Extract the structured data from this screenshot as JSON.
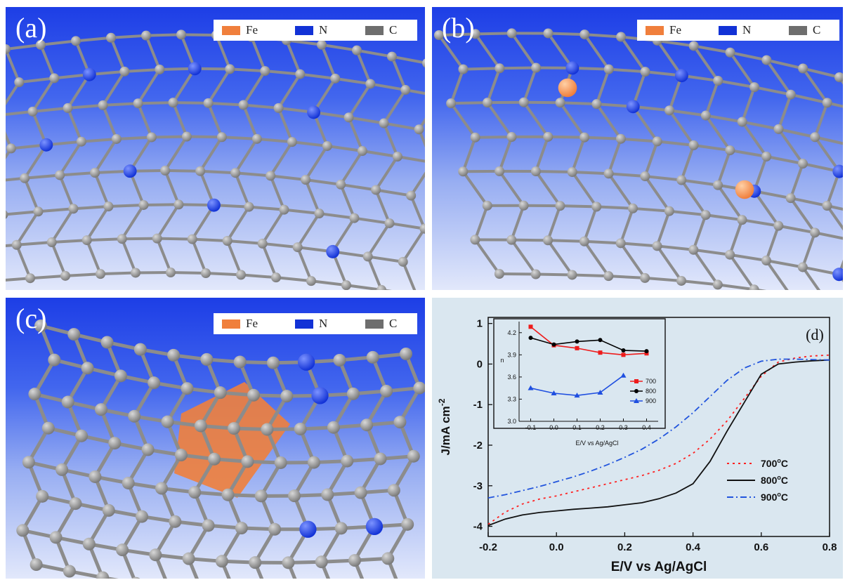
{
  "panels": {
    "a": {
      "tag": "(a)"
    },
    "b": {
      "tag": "(b)"
    },
    "c": {
      "tag": "(c)"
    },
    "d": {
      "tag": "(d)"
    }
  },
  "legend": {
    "items": [
      {
        "label": "Fe",
        "color": "#f07f3c"
      },
      {
        "label": "N",
        "color": "#1232d6"
      },
      {
        "label": "C",
        "color": "#6e6e6e"
      }
    ]
  },
  "atom_colors": {
    "carbon": "#7a7a7a",
    "nitrogen": "#1232d6",
    "iron": "#f07f3c",
    "bond": "#8c8c8c"
  },
  "chart_data": {
    "type": "line",
    "x": [
      -0.2,
      -0.15,
      -0.1,
      -0.05,
      0.0,
      0.05,
      0.1,
      0.15,
      0.2,
      0.25,
      0.3,
      0.35,
      0.4,
      0.45,
      0.5,
      0.55,
      0.6,
      0.65,
      0.7,
      0.75,
      0.8
    ],
    "series": [
      {
        "name": "700°C",
        "color": "#ff2020",
        "dash": "dot",
        "values": [
          -3.95,
          -3.65,
          -3.45,
          -3.33,
          -3.25,
          -3.15,
          -3.05,
          -2.95,
          -2.85,
          -2.75,
          -2.62,
          -2.45,
          -2.2,
          -1.85,
          -1.4,
          -0.85,
          -0.3,
          0.05,
          0.15,
          0.2,
          0.22
        ]
      },
      {
        "name": "800°C",
        "color": "#111111",
        "dash": "solid",
        "values": [
          -3.98,
          -3.82,
          -3.72,
          -3.66,
          -3.62,
          -3.58,
          -3.55,
          -3.52,
          -3.47,
          -3.42,
          -3.32,
          -3.18,
          -2.95,
          -2.4,
          -1.65,
          -0.95,
          -0.25,
          0.0,
          0.05,
          0.08,
          0.1
        ]
      },
      {
        "name": "900°C",
        "color": "#2255dd",
        "dash": "dashdot",
        "values": [
          -3.3,
          -3.22,
          -3.12,
          -3.02,
          -2.9,
          -2.78,
          -2.64,
          -2.48,
          -2.3,
          -2.1,
          -1.85,
          -1.55,
          -1.2,
          -0.8,
          -0.4,
          -0.1,
          0.07,
          0.12,
          0.12,
          0.11,
          0.1
        ]
      }
    ],
    "xlabel": "E/V vs Ag/AgCl",
    "ylabel": "J/mA cm",
    "ylabel_sup": "-2",
    "xlim": [
      -0.2,
      0.8
    ],
    "ylim": [
      -4.25,
      1.15
    ],
    "xticks": [
      "-0.2",
      "0.0",
      "0.2",
      "0.4",
      "0.6",
      "0.8"
    ],
    "xtick_values": [
      -0.2,
      0.0,
      0.2,
      0.4,
      0.6,
      0.8
    ],
    "yticks": [
      "1",
      "0",
      "-1",
      "-2",
      "-3",
      "-4"
    ],
    "ytick_values": [
      1,
      0,
      -1,
      -2,
      -3,
      -4
    ],
    "legend_position": "bottom-right",
    "legend_labels": [
      {
        "main": "700",
        "sup": "o",
        "unit": "C"
      },
      {
        "main": "800",
        "sup": "o",
        "unit": "C"
      },
      {
        "main": "900",
        "sup": "o",
        "unit": "C"
      }
    ],
    "inset": {
      "type": "line",
      "x": [
        -0.1,
        0.0,
        0.1,
        0.2,
        0.3,
        0.4
      ],
      "series": [
        {
          "name": "700",
          "color": "#ee1c1c",
          "values": [
            4.28,
            4.03,
            3.99,
            3.93,
            3.9,
            3.92
          ]
        },
        {
          "name": "800",
          "color": "#000000",
          "values": [
            4.13,
            4.04,
            4.08,
            4.1,
            3.96,
            3.95
          ]
        },
        {
          "name": "900",
          "color": "#1f4fe0",
          "values": [
            3.45,
            3.38,
            3.35,
            3.39,
            3.62,
            null
          ]
        }
      ],
      "xlabel": "E/V vs Ag/AgCl",
      "ylabel": "n",
      "xlim": [
        -0.15,
        0.45
      ],
      "ylim": [
        3.0,
        4.35
      ],
      "xticks": [
        "-0.1",
        "0.0",
        "0.1",
        "0.2",
        "0.3",
        "0.4"
      ],
      "xtick_values": [
        -0.1,
        0.0,
        0.1,
        0.2,
        0.3,
        0.4
      ],
      "yticks": [
        "4.2",
        "3.9",
        "3.6",
        "3.3",
        "3.0"
      ],
      "ytick_values": [
        4.2,
        3.9,
        3.6,
        3.3,
        3.0
      ],
      "legend_position": "right"
    }
  }
}
